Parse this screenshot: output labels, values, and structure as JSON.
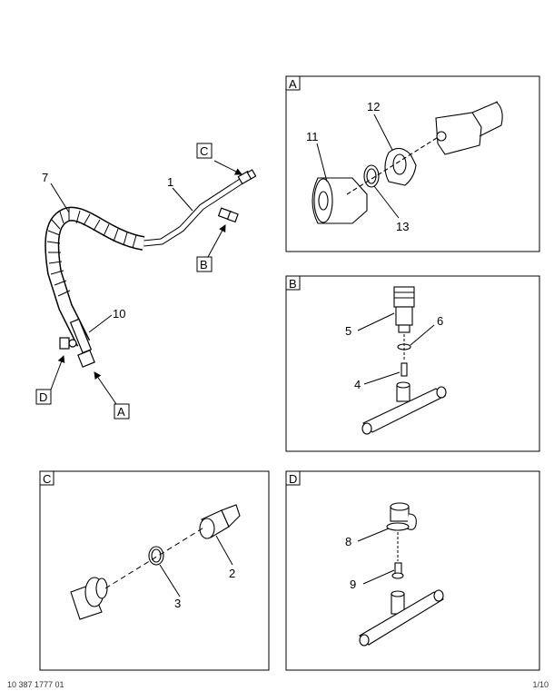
{
  "callouts": {
    "main": {
      "c": "C",
      "b": "B",
      "d": "D",
      "a": "A",
      "n1": "1",
      "n7": "7",
      "n10": "10"
    },
    "panelA": {
      "tag": "A",
      "n11": "11",
      "n12": "12",
      "n13": "13"
    },
    "panelB": {
      "tag": "B",
      "n4": "4",
      "n5": "5",
      "n6": "6"
    },
    "panelC": {
      "tag": "C",
      "n2": "2",
      "n3": "3"
    },
    "panelD": {
      "tag": "D",
      "n8": "8",
      "n9": "9"
    }
  },
  "footer": {
    "left": "10 387 1777 01",
    "right": "1/10"
  }
}
